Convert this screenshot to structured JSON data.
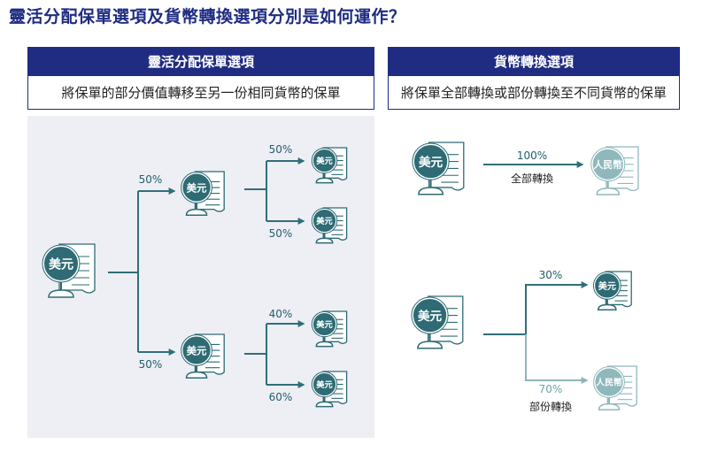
{
  "page": {
    "title": "靈活分配保單選項及貨幣轉換選項分別是如何運作？"
  },
  "left_panel": {
    "header": "靈活分配保單選項",
    "description": "將保單的部分價值轉移至另一份相同貨幣的保單",
    "root_currency": "美元",
    "branches": [
      {
        "percent": "50%",
        "currency": "美元",
        "children": [
          {
            "percent": "50%",
            "currency": "美元"
          },
          {
            "percent": "50%",
            "currency": "美元"
          }
        ]
      },
      {
        "percent": "50%",
        "currency": "美元",
        "children": [
          {
            "percent": "40%",
            "currency": "美元"
          },
          {
            "percent": "60%",
            "currency": "美元"
          }
        ]
      }
    ]
  },
  "right_panel": {
    "header": "貨幣轉換選項",
    "description": "將保單全部轉換或部份轉換至不同貨幣的保單",
    "full": {
      "from": "美元",
      "percent": "100%",
      "label": "全部轉換",
      "to": "人民幣"
    },
    "partial": {
      "from": "美元",
      "split": [
        {
          "percent": "30%",
          "currency": "美元"
        },
        {
          "percent": "70%",
          "currency": "人民幣"
        }
      ],
      "label": "部份轉換"
    }
  },
  "colors": {
    "navy": "#1f2c82",
    "teal_dark": "#2e6b74",
    "teal_light": "#8fb8bc",
    "arrow_dark": "#2f6f78",
    "arrow_light": "#8fb5b9",
    "panel_bg": "#eeeef5"
  }
}
